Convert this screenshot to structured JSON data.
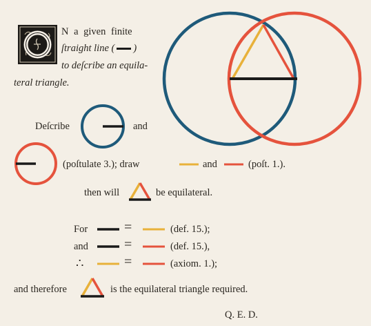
{
  "proposition": {
    "initial_letter": "O",
    "line1": "N   a   given   finite",
    "line2a": "ſtraight line (",
    "line2b": ")",
    "line3": "to deſcribe an equila-",
    "line4": "teral triangle."
  },
  "construction": {
    "describe": "Deſcribe",
    "and": "and",
    "postulate": "(poſtulate 3.); draw",
    "and2": "and",
    "post": "(poſt. 1.).",
    "then_will": "then will",
    "be_equilateral": "be equilateral."
  },
  "proof": {
    "line1_pre": "For",
    "line1_ref": "(def. 15.);",
    "line2_pre": "and",
    "line2_ref": "(def. 15.),",
    "line3_pre": "∴",
    "line3_ref": "(axiom. 1.);",
    "equals": "=",
    "therefore_pre": "and therefore",
    "therefore_post": "is the equilateral triangle required.",
    "qed": "Q. E. D."
  },
  "colors": {
    "black": "#1a1a1a",
    "blue": "#1e5a7a",
    "red": "#e5533d",
    "yellow": "#e8b13a",
    "paper": "#f4efe6"
  }
}
